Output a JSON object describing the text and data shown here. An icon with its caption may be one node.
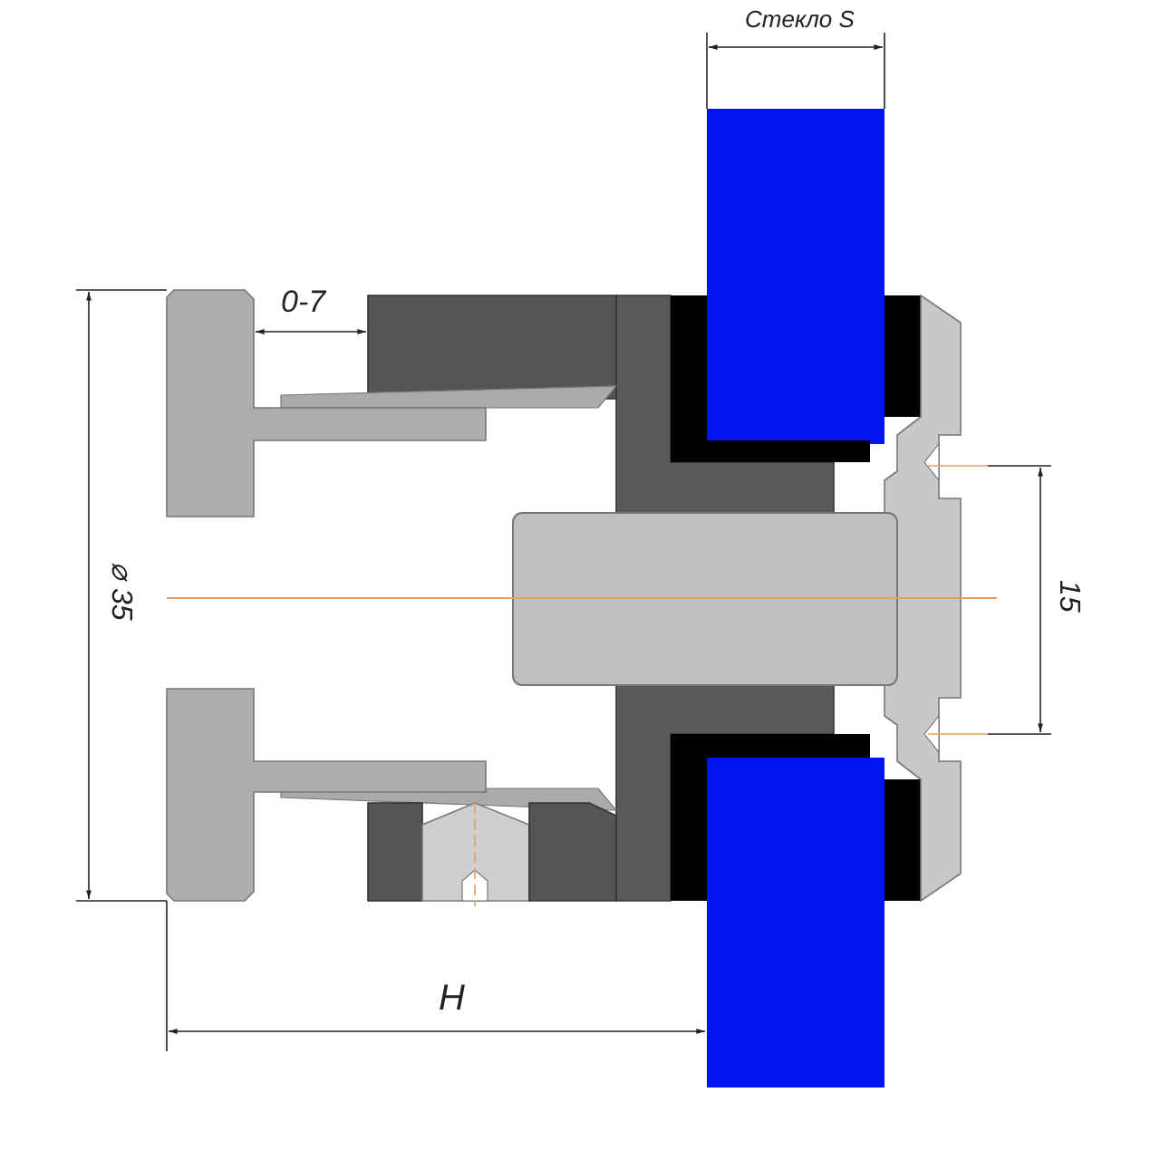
{
  "diagram": {
    "labels": [
      "Стекло S",
      "0-7",
      "⌀ 35",
      "15",
      "H"
    ]
  }
}
